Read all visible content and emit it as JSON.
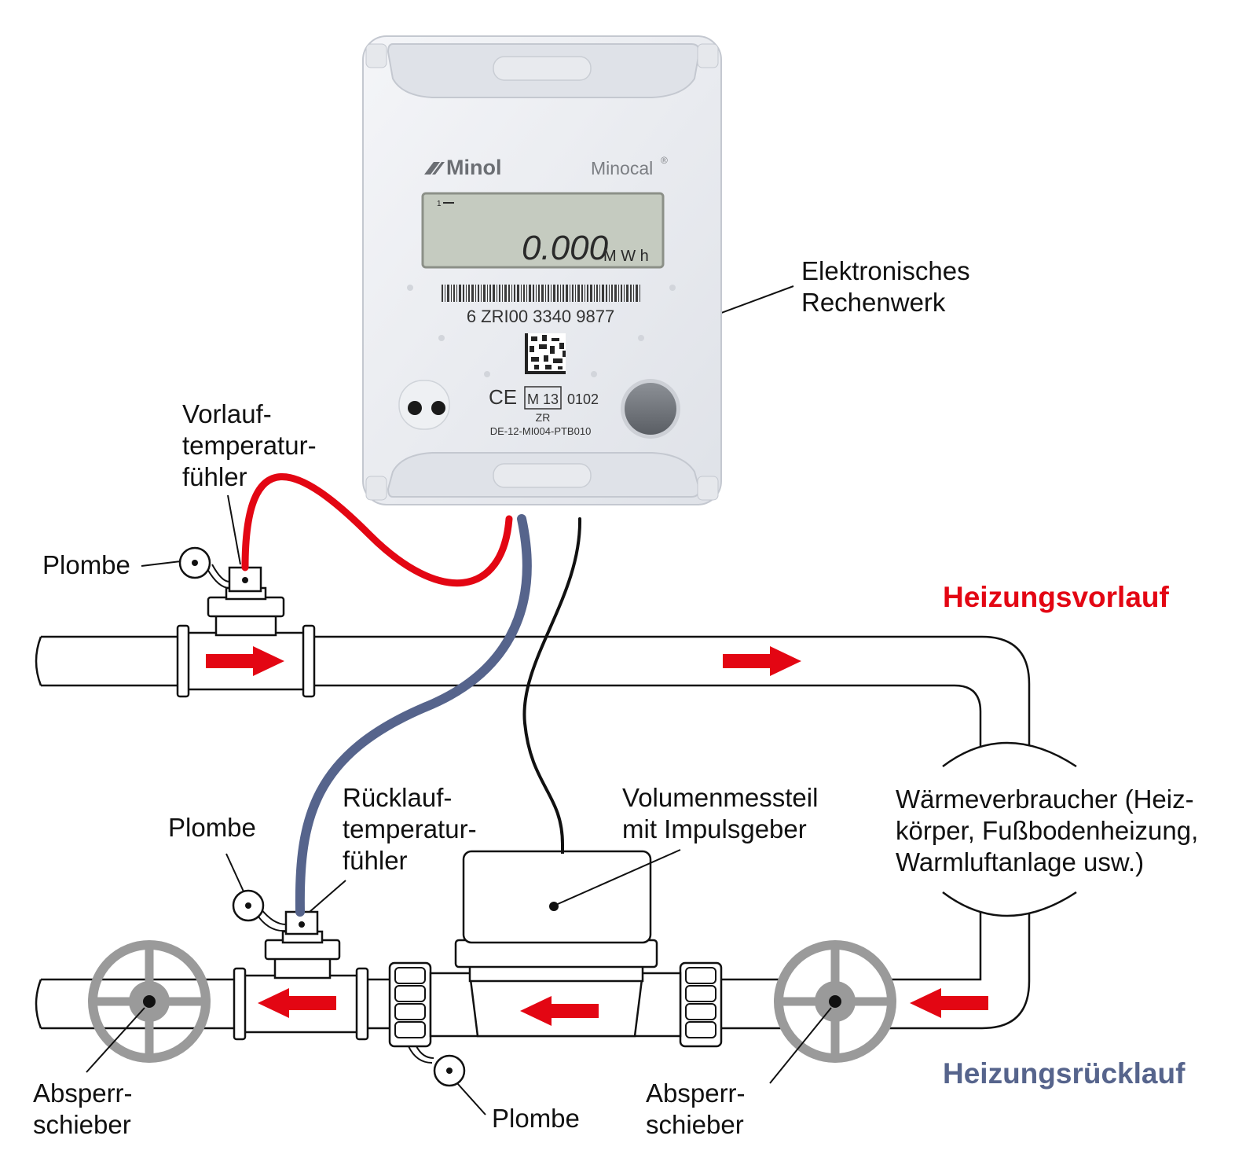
{
  "colors": {
    "supply": "#e30613",
    "return": "#56648c",
    "pulse": "#111111",
    "valve": "#9a9a9a",
    "pipe_fill": "#ffffff",
    "device_body": "#e9ebef",
    "lcd": "#c5cbc0"
  },
  "meter": {
    "brand": "Minol",
    "model": "Minocal",
    "model_mark": "®",
    "lcd_index": "1",
    "lcd_value": "0.000",
    "lcd_unit": "M W h",
    "serial": "6 ZRI00 3340 9877",
    "ce_mark": "CE",
    "metrology_mark": "M 13",
    "notified_body": "0102",
    "zr": "ZR",
    "approval": "DE-12-MI004-PTB010"
  },
  "labels": {
    "rechenwerk_1": "Elektronisches",
    "rechenwerk_2": "Rechenwerk",
    "vorlauf_sensor_1": "Vorlauf-",
    "vorlauf_sensor_2": "temperatur-",
    "vorlauf_sensor_3": "fühler",
    "plombe_top": "Plombe",
    "heizungsvorlauf": "Heizungsvorlauf",
    "plombe_left": "Plombe",
    "ruecklauf_sensor_1": "Rücklauf-",
    "ruecklauf_sensor_2": "temperatur-",
    "ruecklauf_sensor_3": "fühler",
    "volumen_1": "Volumenmessteil",
    "volumen_2": "mit Impulsgeber",
    "verbraucher_1": "Wärmeverbraucher (Heiz-",
    "verbraucher_2": "körper, Fußbodenheizung,",
    "verbraucher_3": "Warmluftanlage usw.)",
    "absperr_left_1": "Absperr-",
    "absperr_left_2": "schieber",
    "plombe_bottom": "Plombe",
    "absperr_right_1": "Absperr-",
    "absperr_right_2": "schieber",
    "heizungsruecklauf": "Heizungsrücklauf"
  },
  "icons": {
    "flow_arrow": "arrow-right-icon",
    "seal": "seal-icon",
    "valve_wheel": "valve-handwheel-icon"
  }
}
